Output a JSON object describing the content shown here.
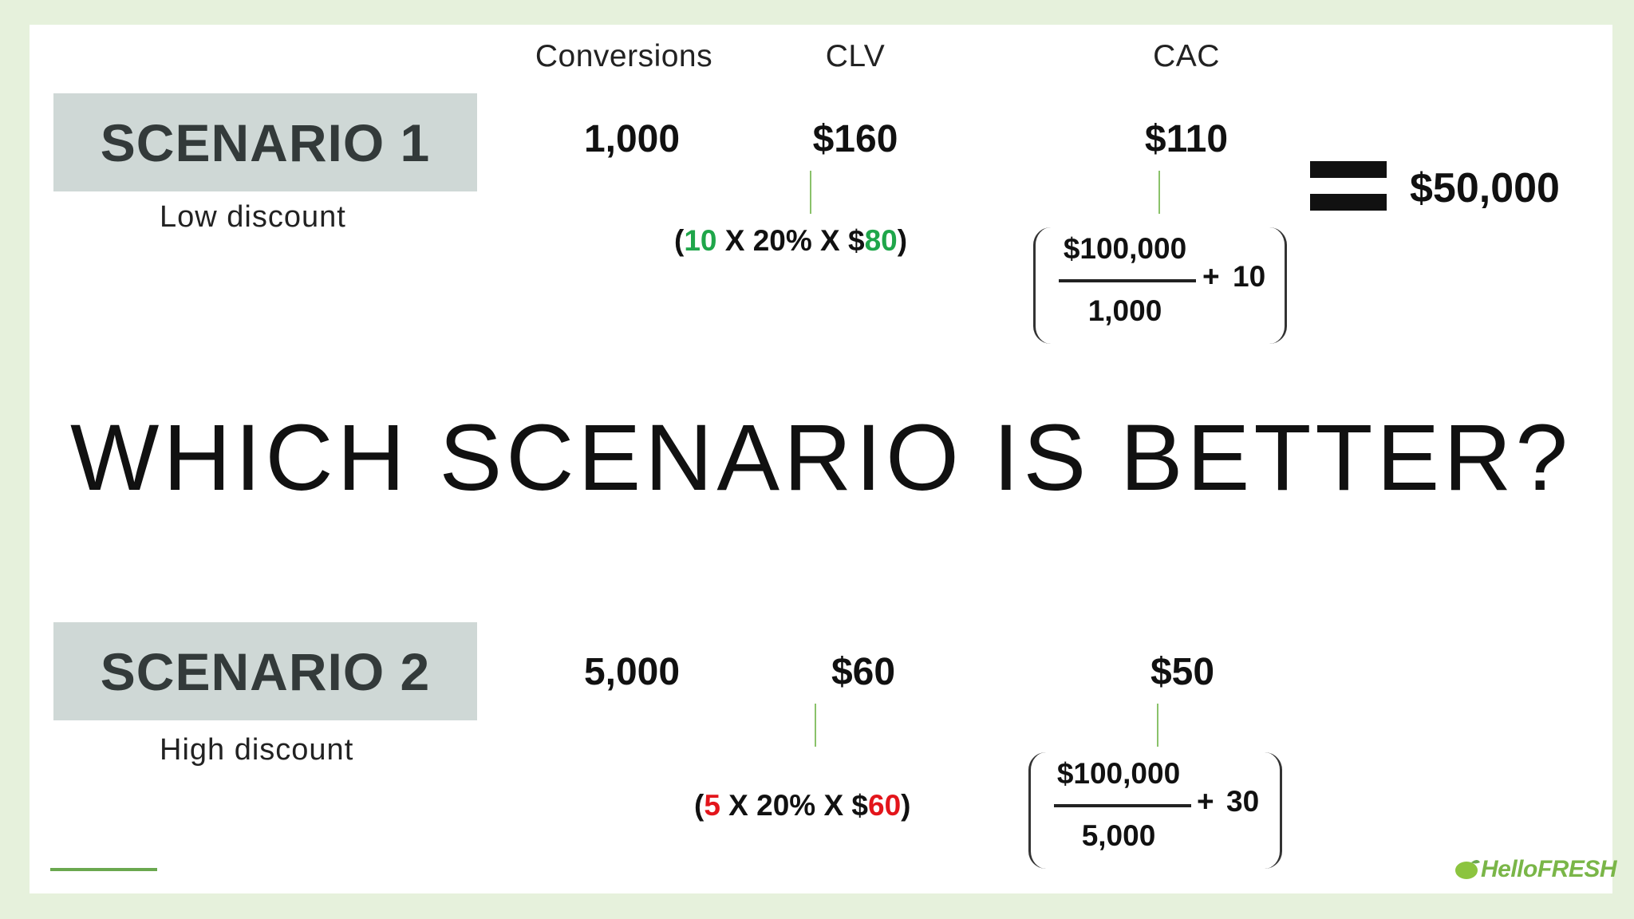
{
  "headers": {
    "conversions": "Conversions",
    "clv": "CLV",
    "cac": "CAC"
  },
  "scenario1": {
    "title": "SCENARIO 1",
    "subtitle": "Low discount",
    "conversions": "1,000",
    "clv": "$160",
    "clv_formula": {
      "open": "(",
      "a": "10",
      "mid": " X 20% X $",
      "b": "80",
      "close": ")"
    },
    "cac": "$110",
    "cac_formula": {
      "numerator": "$100,000",
      "denominator": "1,000",
      "plus": "+",
      "addend": "10"
    },
    "equals_result": "$50,000"
  },
  "headline": "WHICH SCENARIO IS BETTER?",
  "scenario2": {
    "title": "SCENARIO 2",
    "subtitle": "High discount",
    "conversions": "5,000",
    "clv": "$60",
    "clv_formula": {
      "open": "(",
      "a": "5",
      "mid": " X 20% X $",
      "b": "60",
      "close": ")"
    },
    "cac": "$50",
    "cac_formula": {
      "numerator": "$100,000",
      "denominator": "5,000",
      "plus": "+",
      "addend": "30"
    }
  },
  "logo": {
    "text": "HelloFRESH",
    "icon": "lime-icon"
  },
  "colors": {
    "background": "#e6f1dc",
    "scenario_box": "#cfd8d6",
    "green": "#1fa64a",
    "red": "#e3151b",
    "accent_line": "#8ac26a"
  }
}
